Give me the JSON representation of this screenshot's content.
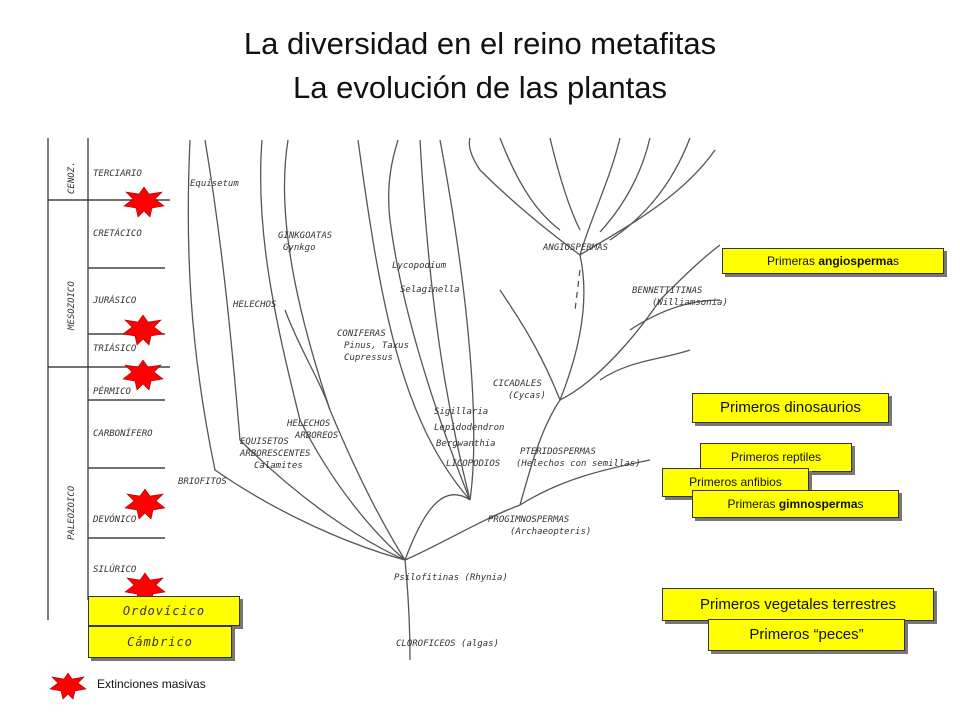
{
  "title": {
    "line1": "La diversidad en el reino metafitas",
    "line2": "La evolución de las plantas"
  },
  "colors": {
    "box_fill": "#ffff00",
    "extinction_star": "#ff0000"
  },
  "time_column": {
    "eras": [
      "CENOZ.",
      "MESOZOICO",
      "PALEOZOICO"
    ],
    "periods": [
      "TERCIARIO",
      "CRETÁCICO",
      "JURÁSICO",
      "TRIÁSICO",
      "PÉRMICO",
      "CARBONÍFERO",
      "DEVÓNICO",
      "SILÚRICO"
    ]
  },
  "tree_labels": {
    "equisetum": "Equisetum",
    "ginkgo1": "GINKGOATAS",
    "ginkgo2": "Gynkgo",
    "helechos": "HELECHOS",
    "lycopodium": "Lycopodium",
    "selaginella": "Selaginella",
    "coniferas1": "CONIFERAS",
    "coniferas2": "Pinus, Taxus",
    "coniferas3": "Cupressus",
    "angiospermas": "ANGIOSPERMAS",
    "bennet1": "BENNETTITINAS",
    "bennet2": "(Williamsonia)",
    "cicadales1": "CICADALES",
    "cicadales2": "(Cycas)",
    "helechos_arb1": "HELECHOS",
    "helechos_arb2": "ARBOREOS",
    "equisetos1": "EQUISETOS",
    "equisetos2": "ARBORESCENTES",
    "equisetos3": "Calamites",
    "sigillaria": "Sigillaria",
    "lepidodendron": "Lepidodendron",
    "bergwanthia": "Bergwanthia",
    "licopodios": "LICOPODIOS",
    "pterido1": "PTERIDOSPERMAS",
    "pterido2": "(Helechos con semillas)",
    "briofitos": "BRIOFITOS",
    "progimno1": "PROGIMNOSPERMAS",
    "progimno2": "(Archaeopteris)",
    "psilofitinas": "Psilofitinas (Rhynia)",
    "clorofitos": "CLOROFICEOS (algas)"
  },
  "left_boxes": {
    "ordovicico": "Ordovícico",
    "cambrico": "Cámbrico"
  },
  "event_boxes": {
    "angiospermas": {
      "prefix": "Primeras ",
      "bold": "angiosperma",
      "suffix": "s"
    },
    "dinosaurios": "Primeros dinosaurios",
    "reptiles": "Primeros reptiles",
    "anfibios": "Primeros anfibios",
    "gimnospermas": {
      "prefix": "Primeras ",
      "bold": "gimnosperma",
      "suffix": "s"
    },
    "vegetales": "Primeros vegetales terrestres",
    "peces": "Primeros “peces”"
  },
  "legend": {
    "label": "Extinciones masivas",
    "icon": "red-star-icon"
  },
  "extinctions": [
    {
      "period": "Pérmico-Triásico boundary",
      "count": 5
    }
  ]
}
